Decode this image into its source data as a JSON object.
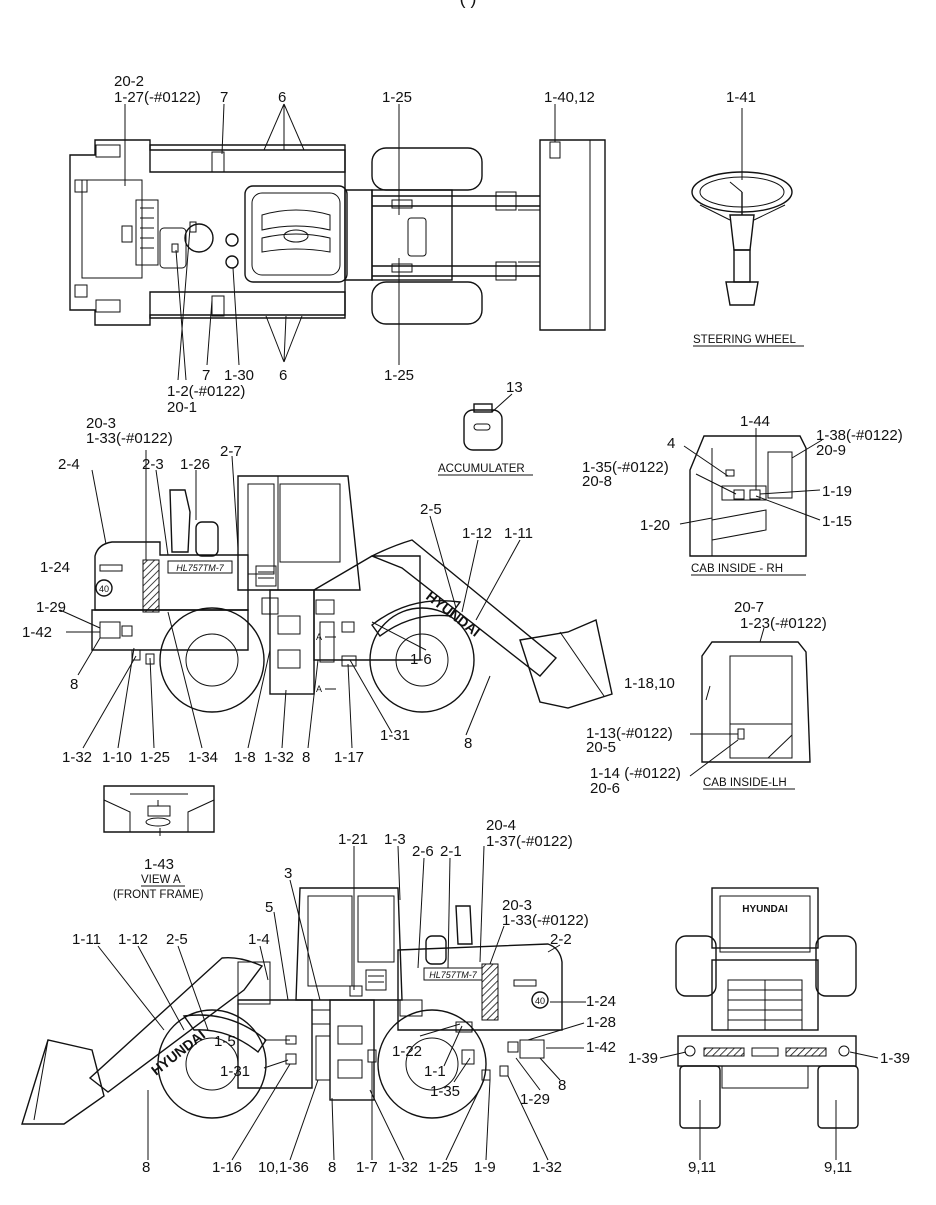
{
  "header": {
    "title_fragment": "(      )"
  },
  "captions": {
    "steering_wheel": "STEERING WHEEL",
    "accumulater": "ACCUMULATER",
    "cab_inside_rh": "CAB INSIDE - RH",
    "cab_inside_lh": "CAB INSIDE-LH",
    "view_a": "VIEW A",
    "front_frame": "(FRONT FRAME)"
  },
  "machine_markings": {
    "brand": "HYUNDAI",
    "model": "HL757TM-7",
    "circle_mark": "40",
    "arrow_label": "A"
  },
  "callouts": {
    "top_view": [
      "20-2",
      "1-27(-#0122)",
      "7",
      "6",
      "1-25",
      "1-40,12",
      "7",
      "1-30",
      "6",
      "1-25",
      "1-2(-#0122)",
      "20-1"
    ],
    "steering_wheel": [
      "1-41"
    ],
    "accumulater": [
      "13"
    ],
    "left_side": [
      "20-3",
      "1-33(-#0122)",
      "2-4",
      "2-3",
      "1-26",
      "2-7",
      "2-5",
      "1-12",
      "1-11",
      "1-24",
      "1-29",
      "1-42",
      "8",
      "1-6",
      "8",
      "1-32",
      "1-10",
      "1-25",
      "1-34",
      "1-8",
      "1-32",
      "8",
      "1-17",
      "1-31"
    ],
    "cab_inside_rh": [
      "1-44",
      "4",
      "1-38(-#0122)",
      "20-9",
      "1-35(-#0122)",
      "20-8",
      "1-19",
      "1-20",
      "1-15"
    ],
    "cab_inside_lh": [
      "20-7",
      "1-23(-#0122)",
      "1-18,10",
      "1-13(-#0122)",
      "20-5",
      "1-14 (-#0122)",
      "20-6"
    ],
    "view_a": [
      "1-43"
    ],
    "right_side": [
      "1-21",
      "1-3",
      "2-6",
      "2-1",
      "20-4",
      "1-37(-#0122)",
      "3",
      "5",
      "20-3",
      "1-33(-#0122)",
      "1-11",
      "1-12",
      "2-5",
      "1-4",
      "2-2",
      "1-24",
      "1-28",
      "1-5",
      "1-22",
      "1-42",
      "1-31",
      "1-1",
      "8",
      "1-35",
      "1-29",
      "8",
      "1-16",
      "10,1-36",
      "8",
      "1-7",
      "1-32",
      "1-25",
      "1-9",
      "1-32"
    ],
    "rear_view": [
      "1-39",
      "1-39",
      "9,11",
      "9,11"
    ]
  }
}
